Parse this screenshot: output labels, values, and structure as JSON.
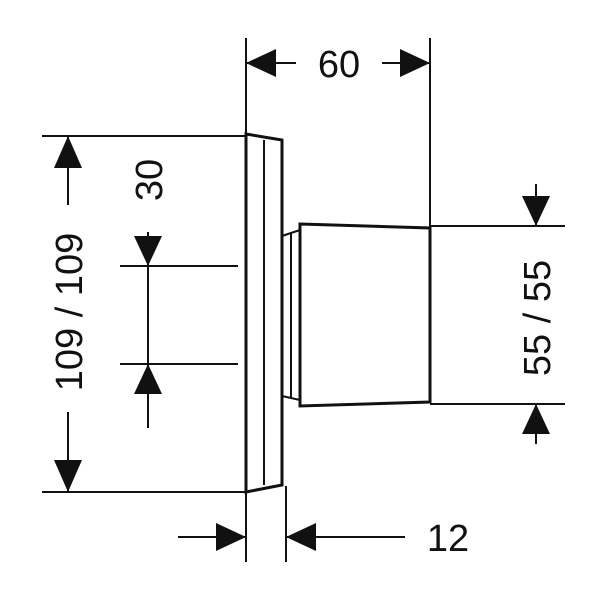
{
  "dimensions": {
    "width_top": "60",
    "height_left": "109 / 109",
    "offset_left": "30",
    "height_right": "55 / 55",
    "depth_bottom": "12"
  },
  "colors": {
    "ink": "#111111",
    "background": "#ffffff"
  }
}
